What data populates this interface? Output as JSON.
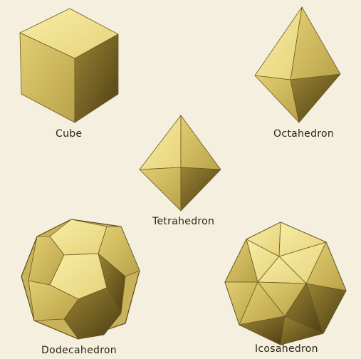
{
  "labels": {
    "cube": "Cube",
    "octahedron": "Octahedron",
    "tetrahedron": "Tetrahedron",
    "dodecahedron": "Dodecahedron",
    "icosahedron": "Icosahedron"
  },
  "colors": {
    "background": "#f5efe0",
    "face_light": "#f2e590",
    "face_mid": "#d9c464",
    "face_dark": "#8f7a2c",
    "face_deep": "#5a4818"
  }
}
